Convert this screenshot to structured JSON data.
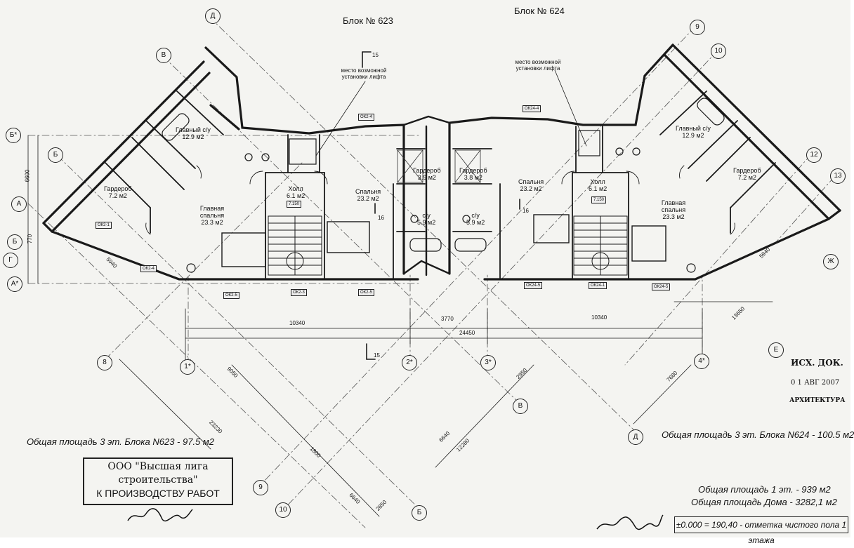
{
  "blocks": {
    "left_title": "Блок № 623",
    "right_title": "Блок № 624"
  },
  "lift_note": "место возможной установки лифта",
  "rooms_623": [
    {
      "name": "Главный с/у",
      "area": "12.9 м2"
    },
    {
      "name": "Гардероб",
      "area": "7.2 м2"
    },
    {
      "name": "Главная спальня",
      "area": "23.3 м2"
    },
    {
      "name": "Холл",
      "area": "6.1 м2"
    },
    {
      "name": "Спальня",
      "area": "23.2 м2"
    },
    {
      "name": "Гардероб",
      "area": "3.9 м2"
    },
    {
      "name": "с/у",
      "area": "5.9 м2"
    }
  ],
  "rooms_624": [
    {
      "name": "Гардероб",
      "area": "3.8 м2"
    },
    {
      "name": "с/у",
      "area": "5.9 м2"
    },
    {
      "name": "Спальня",
      "area": "23.2 м2"
    },
    {
      "name": "Холл",
      "area": "6.1 м2"
    },
    {
      "name": "Главная спальня",
      "area": "23.3 м2"
    },
    {
      "name": "Главный с/у",
      "area": "12.9 м2"
    },
    {
      "name": "Гардероб",
      "area": "7.2 м2"
    }
  ],
  "window_tags": [
    "ОК2-5",
    "ОК2-3",
    "ОК2-5",
    "ОК2-4",
    "ОК2-4",
    "ОК2-1",
    "ОК24-5",
    "ОК24-1",
    "ОК24-5",
    "ОК24-4"
  ],
  "hall_tags": [
    "7.150",
    "7.150"
  ],
  "dimensions": {
    "d10340_left": "10340",
    "d3770": "3770",
    "d10340_right": "10340",
    "d24450": "24450",
    "d6600": "6600",
    "d5940_l": "5940",
    "d5940_r": "5940",
    "d13650": "13650",
    "d9050": "9050",
    "d23230": "23230",
    "d1800": "1800",
    "d6640_a": "6640",
    "d6640_b": "6640",
    "d12280": "12280",
    "d2850": "2850",
    "d2950": "2950",
    "d7680": "7680",
    "d770": "770",
    "d15_top": "15",
    "d15_bottom": "15",
    "d16_left": "16",
    "d16_right": "16"
  },
  "axes": [
    "Д",
    "В",
    "Б*",
    "Б",
    "А",
    "А*",
    "Б",
    "Г",
    "8",
    "1*",
    "2*",
    "3*",
    "4*",
    "9",
    "10",
    "12",
    "13",
    "Е",
    "Ж",
    "В",
    "Д",
    "Б",
    "9",
    "10"
  ],
  "areas": {
    "block_623": "Общая площадь 3 эт. Блока N623 - 97.5 м2",
    "block_624": "Общая площадь 3 эт. Блока N624 - 100.5 м2",
    "floor1": "Общая площадь 1 эт. - 939 м2",
    "house": "Общая площадь Дома - 3282,1 м2"
  },
  "stamp": {
    "line1": "ООО \"Высшая лига",
    "line2": "строительства\"",
    "line3": "К ПРОИЗВОДСТВУ РАБОТ"
  },
  "inscription": {
    "ref": "ИСХ. ДОК.",
    "date": "0 1 АВГ 2007",
    "dept": "АРХИТЕКТУРА"
  },
  "elevation_note": "±0.000 = 190,40 - отметка чистого пола 1 этажа",
  "colors": {
    "ink": "#1a1a1a",
    "paper": "#f4f4f1",
    "grid": "#444444"
  }
}
